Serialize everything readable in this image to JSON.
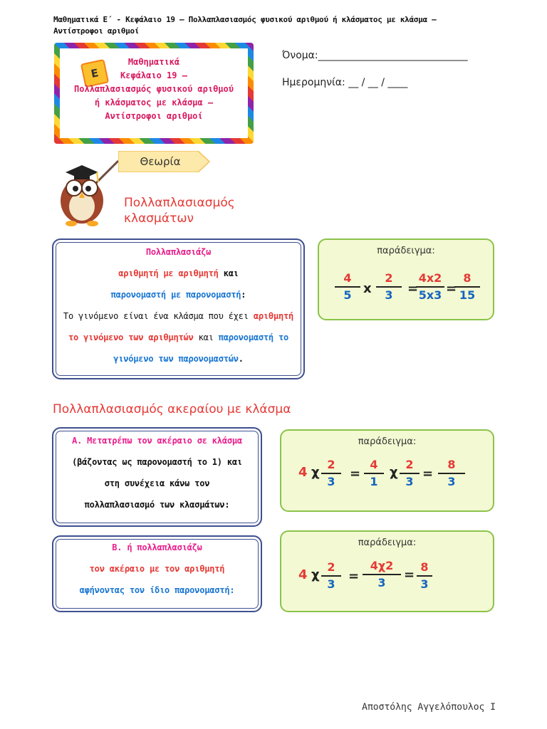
{
  "header": {
    "line1": "Μαθηματικά Ε΄ - Κεφάλαιο 19 – Πολλαπλασιασμός φυσικού αριθμού ή κλάσματος με κλάσμα –",
    "line2": "Αντίστροφοι αριθμοί"
  },
  "title_card": {
    "badge": "Ε",
    "line1": "Μαθηματικά",
    "line2": "Κεφάλαιο 19 –",
    "line3": "Πολλαπλασιασμός φυσικού αριθμού",
    "line4": "ή κλάσματος με κλάσμα –",
    "line5": "Αντίστροφοι αριθμοί"
  },
  "student": {
    "name_label": "Όνομα:______________________________",
    "date_label": "Ημερομηνία: __ / __ / ____"
  },
  "theory_tab": "Θεωρία",
  "section1": {
    "heading_line1": "Πολλαπλασιασμός",
    "heading_line2": "κλασμάτων",
    "rule": {
      "l1": "Πολλαπλασιάζω",
      "l2a": "αριθμητή με αριθμητή",
      "l2b": " και",
      "l3a": "παρονομαστή με παρονομαστή",
      "l3b": ":",
      "l4a": "Το γινόμενο είναι ένα κλάσμα που έχει ",
      "l4b": "αριθμητή",
      "l5a": "το γινόμενο των αριθμητών",
      "l5b": " και ",
      "l5c": "παρονομαστή το",
      "l6a": "γινόμενο των παρονομαστών",
      "l6b": "."
    },
    "example": {
      "label": "παράδειγμα:",
      "f1": {
        "num": "4",
        "den": "5"
      },
      "op1": "x",
      "f2": {
        "num": "2",
        "den": "3"
      },
      "eq1": "=",
      "f3": {
        "num": "4x2",
        "den": "5x3"
      },
      "eq2": "=",
      "f4": {
        "num": "8",
        "den": "15"
      }
    }
  },
  "section2": {
    "heading": "Πολλαπλασιασμός ακεραίου με κλάσμα",
    "ruleA": {
      "l1": "Α. Μετατρέπω τον ακέραιο σε κλάσμα",
      "l2": "(βάζοντας ως παρονομαστή το 1) και",
      "l3": "στη συνέχεια κάνω τον",
      "l4": "πολλαπλασιασμό των κλασμάτων:"
    },
    "exampleA": {
      "label": "παράδειγμα:",
      "int": "4",
      "op1": "χ",
      "f1": {
        "num": "2",
        "den": "3"
      },
      "eq1": "=",
      "f2": {
        "num": "4",
        "den": "1"
      },
      "op2": "χ",
      "f3": {
        "num": "2",
        "den": "3"
      },
      "eq2": "=",
      "f4": {
        "num": "8",
        "den": "3"
      }
    },
    "ruleB": {
      "l1": "Β. ή πολλαπλασιάζω",
      "l2": "τον ακέραιο με τον αριθμητή",
      "l3": "αφήνοντας τον ίδιο παρονομαστή:"
    },
    "exampleB": {
      "label": "παράδειγμα:",
      "int": "4",
      "op1": "χ",
      "f1": {
        "num": "2",
        "den": "3"
      },
      "eq1": "=",
      "f2": {
        "num": "4χ2",
        "den": "3"
      },
      "eq2": "=",
      "f3": {
        "num": "8",
        "den": "3"
      }
    }
  },
  "footer": "Αποστόλης Αγγελόπουλος Ι"
}
